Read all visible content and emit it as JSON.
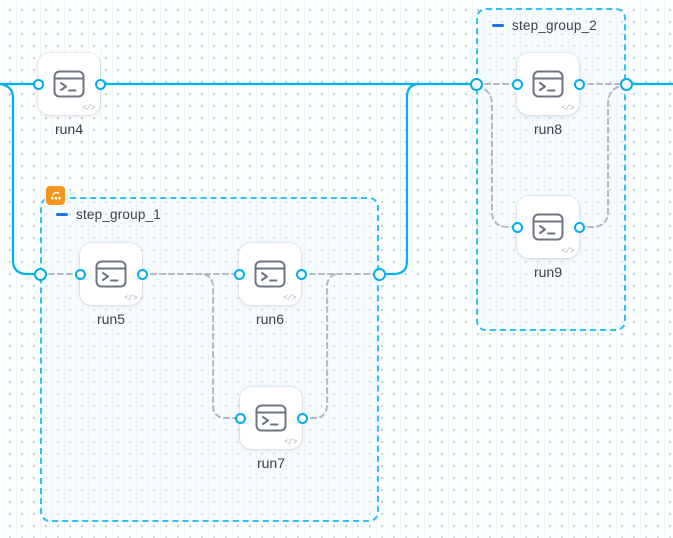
{
  "nodes": [
    {
      "id": "run4",
      "label": "run4"
    },
    {
      "id": "run5",
      "label": "run5"
    },
    {
      "id": "run6",
      "label": "run6"
    },
    {
      "id": "run7",
      "label": "run7"
    },
    {
      "id": "run8",
      "label": "run8"
    },
    {
      "id": "run9",
      "label": "run9"
    }
  ],
  "node_common": {
    "icon": "terminal-icon",
    "badge_glyph": "</>"
  },
  "groups": [
    {
      "id": "step_group_1",
      "label": "step_group_1",
      "collapse_icon": "minus-icon",
      "corner_badge_icon": "matrix-runs-icon"
    },
    {
      "id": "step_group_2",
      "label": "step_group_2",
      "collapse_icon": "minus-icon"
    }
  ],
  "colors": {
    "flow_line": "#00b2f0",
    "group_border": "#2cc3f2",
    "group_fill": "rgba(238,249,255,0.45)",
    "connector_dashed": "#b3bac4",
    "port_ring": "#00aeea",
    "label_text": "#3b4150",
    "collapse_minus": "#2170e8",
    "group_corner_badge_bg": "#f7941e",
    "node_icon_stroke": "#6e7582"
  }
}
